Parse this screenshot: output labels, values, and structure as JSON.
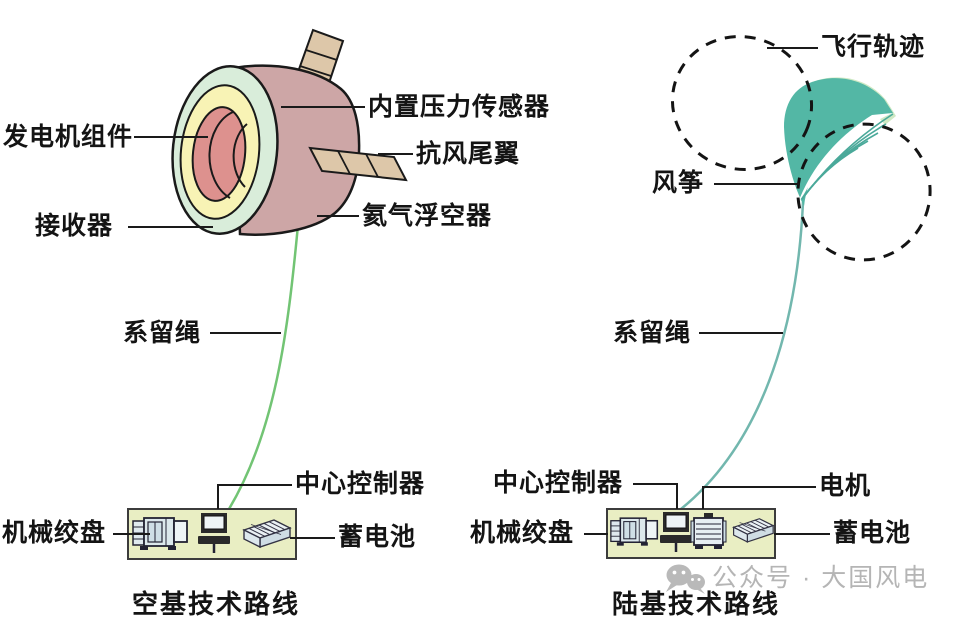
{
  "colors": {
    "aerostat_body": "#cda6a6",
    "aerostat_rim": "#d9edda",
    "aerostat_ring": "#f8f3b5",
    "aerostat_duct": "#dd918e",
    "fin": "#ddc7a9",
    "kite_canopy": "#53b7a5",
    "kite_edge": "#cfe9c4",
    "bridle_line": "#4aa99a",
    "tether_left": "#72c474",
    "tether_right": "#72b7ae",
    "panel_fill": "#e9eec3",
    "line": "#1a1a1a",
    "watermark_gray": "#b9b9b9"
  },
  "left": {
    "title": "空基技术路线",
    "labels": {
      "generator": "发电机组件",
      "sensor": "内置压力传感器",
      "fin": "抗风尾翼",
      "receiver": "接收器",
      "aerostat": "氦气浮空器",
      "tether": "系留绳",
      "controller": "中心控制器",
      "winch": "机械绞盘",
      "battery": "蓄电池"
    }
  },
  "right": {
    "title": "陆基技术路线",
    "labels": {
      "trajectory": "飞行轨迹",
      "kite": "风筝",
      "tether": "系留绳",
      "controller": "中心控制器",
      "motor": "电机",
      "winch": "机械绞盘",
      "battery": "蓄电池"
    }
  },
  "watermark": "公众号 · 大国风电"
}
